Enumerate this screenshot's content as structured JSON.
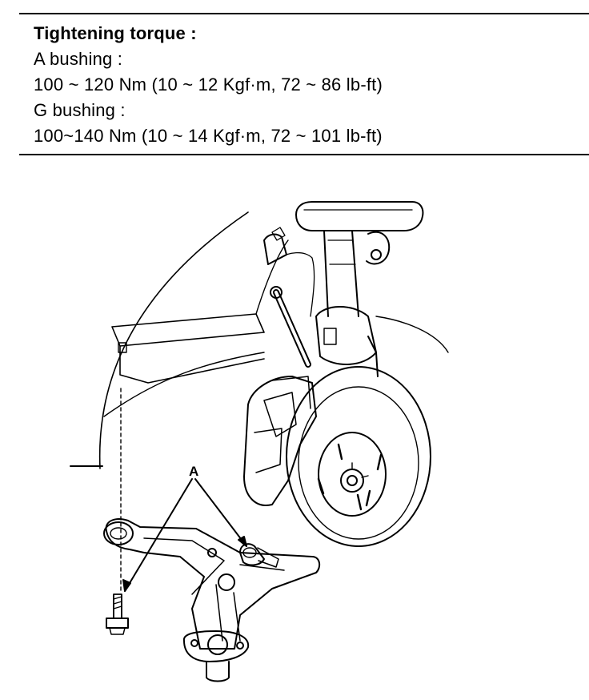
{
  "spec": {
    "title": "Tightening torque :",
    "a_label": "A bushing :",
    "a_value": "100 ~ 120 Nm (10 ~ 12 Kgf·m, 72 ~ 86 lb-ft)",
    "g_label": "G bushing :",
    "g_value": "100~140 Nm (10 ~ 14 Kgf·m, 72 ~ 101 lb-ft)"
  },
  "diagram": {
    "callout_label": "A"
  }
}
